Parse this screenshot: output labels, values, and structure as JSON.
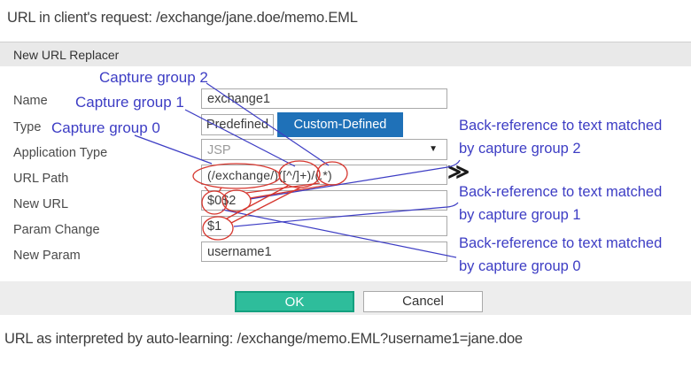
{
  "request_url_text": "URL in client's request: /exchange/jane.doe/memo.EML",
  "interpreted_url_text": "URL as interpreted by auto-learning: /exchange/memo.EML?username1=jane.doe",
  "dialog": {
    "title": "New URL Replacer",
    "fields": {
      "name": {
        "label": "Name",
        "value": "exchange1"
      },
      "type": {
        "label": "Type",
        "options": {
          "predefined": "Predefined",
          "custom_defined": "Custom-Defined"
        },
        "selected": "Custom-Defined"
      },
      "application_type": {
        "label": "Application Type",
        "value": "JSP"
      },
      "url_path": {
        "label": "URL Path",
        "value": "(/exchange/)([^/]+)/(.*)"
      },
      "new_url": {
        "label": "New URL",
        "value": "$0$2"
      },
      "param_change": {
        "label": "Param Change",
        "value": "$1"
      },
      "new_param": {
        "label": "New Param",
        "value": "username1"
      }
    },
    "buttons": {
      "ok": "OK",
      "cancel": "Cancel"
    }
  },
  "annotations": {
    "capture_group_2": "Capture group 2",
    "capture_group_1": "Capture group 1",
    "capture_group_0": "Capture group 0",
    "back_ref_2": {
      "line1": "Back-reference to text matched",
      "line2": "by capture group 2"
    },
    "back_ref_1": {
      "line1": "Back-reference to text matched",
      "line2": "by capture group 1"
    },
    "back_ref_0": {
      "line1": "Back-reference to text matched",
      "line2": "by capture group 0"
    }
  },
  "icons": {
    "expand": "≫",
    "dropdown": "▼"
  },
  "colors": {
    "annotation_blue": "#3d3dc4",
    "highlight_red": "#d6362e",
    "selected_type_blue": "#1f71b8",
    "ok_teal": "#2ebd9b",
    "header_gray": "#e9e9e9"
  }
}
